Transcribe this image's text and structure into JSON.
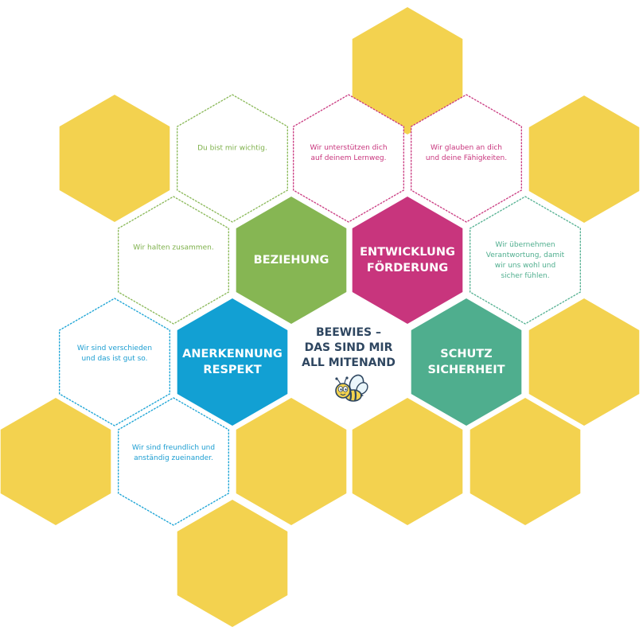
{
  "colors": {
    "yellow": "#f3d24f",
    "green": "#86b653",
    "magenta": "#c8357d",
    "blue": "#12a0d3",
    "teal": "#4fae8e",
    "navy": "#2e4660",
    "green_text": "#7db04a",
    "magenta_text": "#c8357d",
    "blue_text": "#1b9dd1",
    "teal_text": "#4fae8e"
  },
  "center": {
    "lines": [
      "BEEWIES –",
      "DAS SIND MIR",
      "ALL MITENAND"
    ],
    "icon": "bee-icon"
  },
  "pillars": {
    "beziehung": {
      "lines": [
        "BEZIEHUNG"
      ]
    },
    "entwicklung": {
      "lines": [
        "ENTWICKLUNG",
        "FÖRDERUNG"
      ]
    },
    "anerkennung": {
      "lines": [
        "ANERKENNUNG",
        "RESPEKT"
      ]
    },
    "schutz": {
      "lines": [
        "SCHUTZ",
        "SICHERHEIT"
      ]
    }
  },
  "statements": {
    "wichtig": {
      "lines": [
        "Du bist mir wichtig."
      ]
    },
    "lernweg": {
      "lines": [
        "Wir unterstützen dich",
        "auf deinem Lernweg."
      ]
    },
    "faehigkeiten": {
      "lines": [
        "Wir glauben an dich",
        "und deine Fähigkeiten."
      ]
    },
    "zusammen": {
      "lines": [
        "Wir halten zusammen."
      ]
    },
    "verantwortung": {
      "lines": [
        "Wir übernehmen",
        "Verantwortung, damit",
        "wir uns wohl und",
        "sicher fühlen."
      ]
    },
    "verschieden": {
      "lines": [
        "Wir sind verschieden",
        "und das ist gut so."
      ]
    },
    "freundlich": {
      "lines": [
        "Wir sind freundlich und",
        "anständig zueinander."
      ]
    }
  }
}
